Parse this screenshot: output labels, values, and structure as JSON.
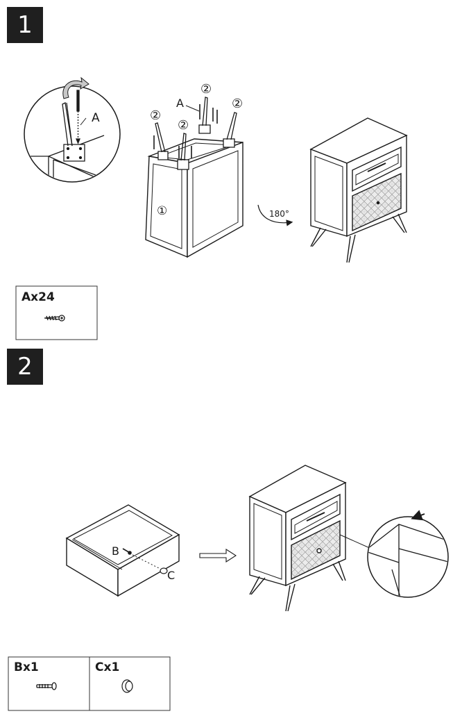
{
  "steps": [
    {
      "number": "1",
      "callouts": {
        "screw_detail": "A",
        "screw_main": "A",
        "leg_marker": "②",
        "body_marker": "①",
        "rotation": "180°"
      },
      "parts": [
        {
          "label": "Ax24",
          "icon": "screw-icon"
        }
      ]
    },
    {
      "number": "2",
      "callouts": {
        "screw": "B",
        "knob": "C"
      },
      "parts": [
        {
          "label": "Bx1",
          "icon": "bolt-icon"
        },
        {
          "label": "Cx1",
          "icon": "knob-icon"
        }
      ]
    }
  ],
  "colors": {
    "line": "#1a1a1a",
    "badge": "#1f1f1f",
    "panel": "#ffffff",
    "pattern": "#dcdcdc"
  }
}
